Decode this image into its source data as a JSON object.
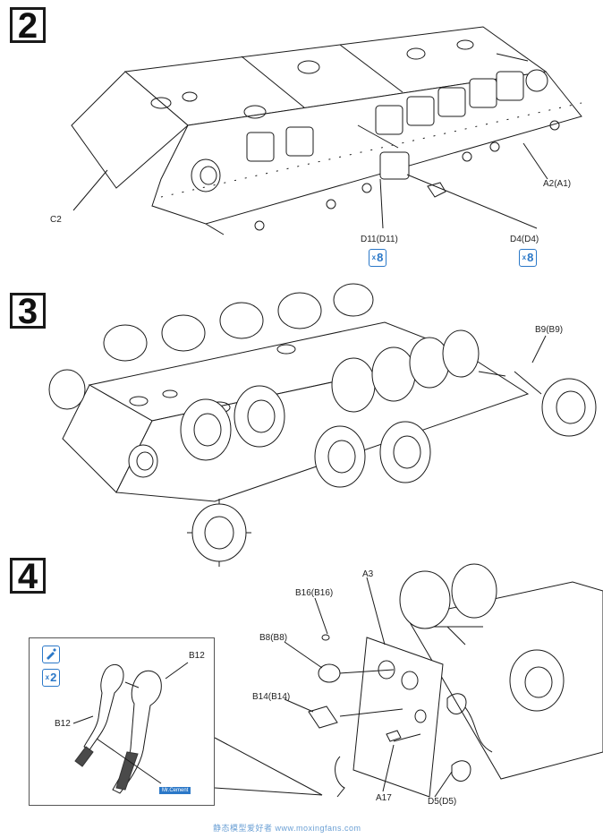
{
  "steps": {
    "s2": "2",
    "s3": "3",
    "s4": "4"
  },
  "step2": {
    "labels": {
      "c2": "C2",
      "a2": "A2(A1)",
      "d11": "D11(D11)",
      "d4": "D4(D4)"
    },
    "qty_d11": "8",
    "qty_d4": "8"
  },
  "step3": {
    "labels": {
      "b9": "B9(B9)"
    }
  },
  "step4": {
    "labels": {
      "b16": "B16(B16)",
      "a3": "A3",
      "b8": "B8(B8)",
      "b14": "B14(B14)",
      "a17": "A17",
      "d5": "D5(D5)",
      "b12_top": "B12",
      "b12_left": "B12"
    },
    "callout_qty": "2",
    "cement_badge": "Mr.Cement"
  },
  "watermark": "静态模型爱好者 www.moxingfans.com",
  "colors": {
    "accent": "#2b78c8",
    "line": "#1a1a1a"
  }
}
